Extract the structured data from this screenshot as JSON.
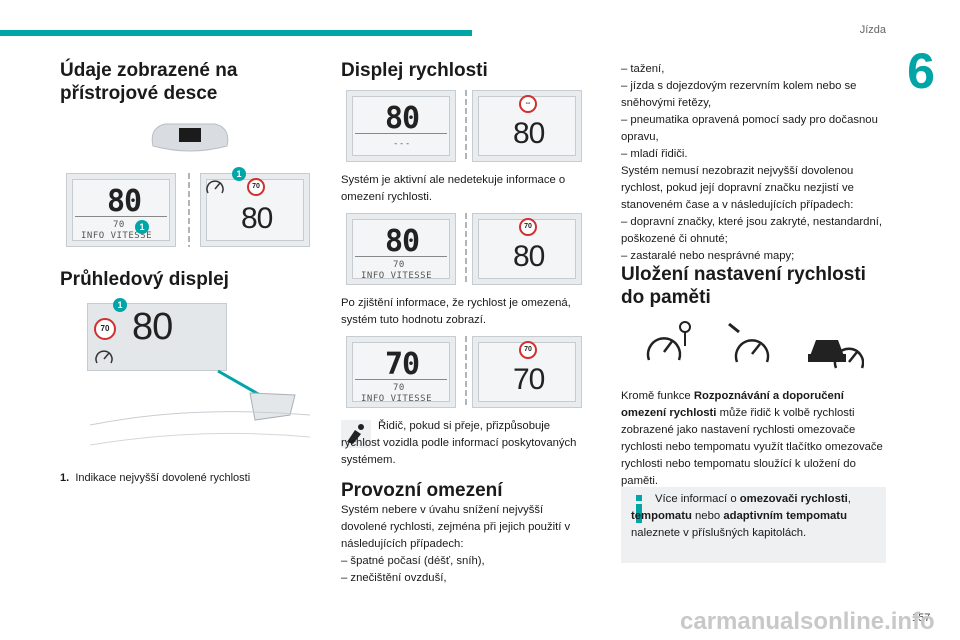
{
  "header": {
    "section": "Jízda",
    "chapter": "6",
    "page_number": "157"
  },
  "left": {
    "title1": "Údaje zobrazené na přístrojové desce",
    "title2": "Průhledový displej",
    "panel_a_big": "80",
    "panel_a_small1": "70",
    "panel_a_small2": "INFO VITESSE",
    "panel_b_sign": "70",
    "panel_b_big": "80",
    "callout": "1",
    "hud_sign": "70",
    "hud_big": "80",
    "legend_num": "1.",
    "legend_text": "Indikace nejvyšší dovolené rychlosti"
  },
  "middle": {
    "title": "Displej rychlosti",
    "fig1_left_big": "80",
    "fig1_left_small": "---",
    "fig1_right_sign": "--",
    "fig1_right_big": "80",
    "text1": "Systém je aktivní ale nedetekuje informace o omezení rychlosti.",
    "fig2_left_big": "80",
    "fig2_left_small1": "70",
    "fig2_left_small2": "INFO VITESSE",
    "fig2_right_sign": "70",
    "fig2_right_big": "80",
    "text2": "Po zjištění informace, že rychlost je omezená, systém tuto hodnotu zobrazí.",
    "fig3_left_big": "70",
    "fig3_left_small1": "70",
    "fig3_left_small2": "INFO VITESSE",
    "fig3_right_sign": "70",
    "fig3_right_big": "70",
    "text3": "Řidič, pokud si přeje, přizpůsobuje rychlost vozidla podle informací poskytovaných systémem.",
    "title2": "Provozní omezení",
    "text4": "Systém nebere v úvahu snížení nejvyšší dovolené rychlosti, zejména při jejich použití v následujících případech:",
    "bullet1": "–  špatné počasí (déšť, sníh),",
    "bullet2": "–  znečištění ovzduší,"
  },
  "right": {
    "bullet3": "–  tažení,",
    "bullet4": "–  jízda s dojezdovým rezervním kolem nebo se sněhovými řetězy,",
    "bullet5": "–  pneumatika opravená pomocí sady pro dočasnou opravu,",
    "bullet6": "–  mladí řidiči.",
    "text5": "Systém nemusí nezobrazit nejvyšší dovolenou rychlost, pokud její dopravní značku nezjistí ve stanoveném čase a v následujících případech:",
    "bullet7": "–  dopravní značky, které jsou zakryté, nestandardní, poškozené či ohnuté;",
    "bullet8": "–  zastaralé nebo nesprávné mapy;",
    "title3": "Uložení nastavení rychlosti do paměti",
    "text6_a": "Kromě funkce ",
    "text6_b": "Rozpoznávání a doporučení omezení rychlosti",
    "text6_c": " může řidič k volbě rychlosti zobrazené jako nastavení rychlosti omezovače rychlosti nebo tempomatu využít tlačítko omezovače rychlosti nebo tempomatu sloužící k uložení do paměti.",
    "info_a": "Více informací o ",
    "info_b": "omezovači rychlosti",
    "info_c": ", ",
    "info_d": "tempomatu",
    "info_e": " nebo ",
    "info_f": "adaptivním tempomatu",
    "info_g": " naleznete v příslušných kapitolách.",
    "info_icon": "i"
  },
  "footer": {
    "watermark": "carmanualsonline.info"
  }
}
